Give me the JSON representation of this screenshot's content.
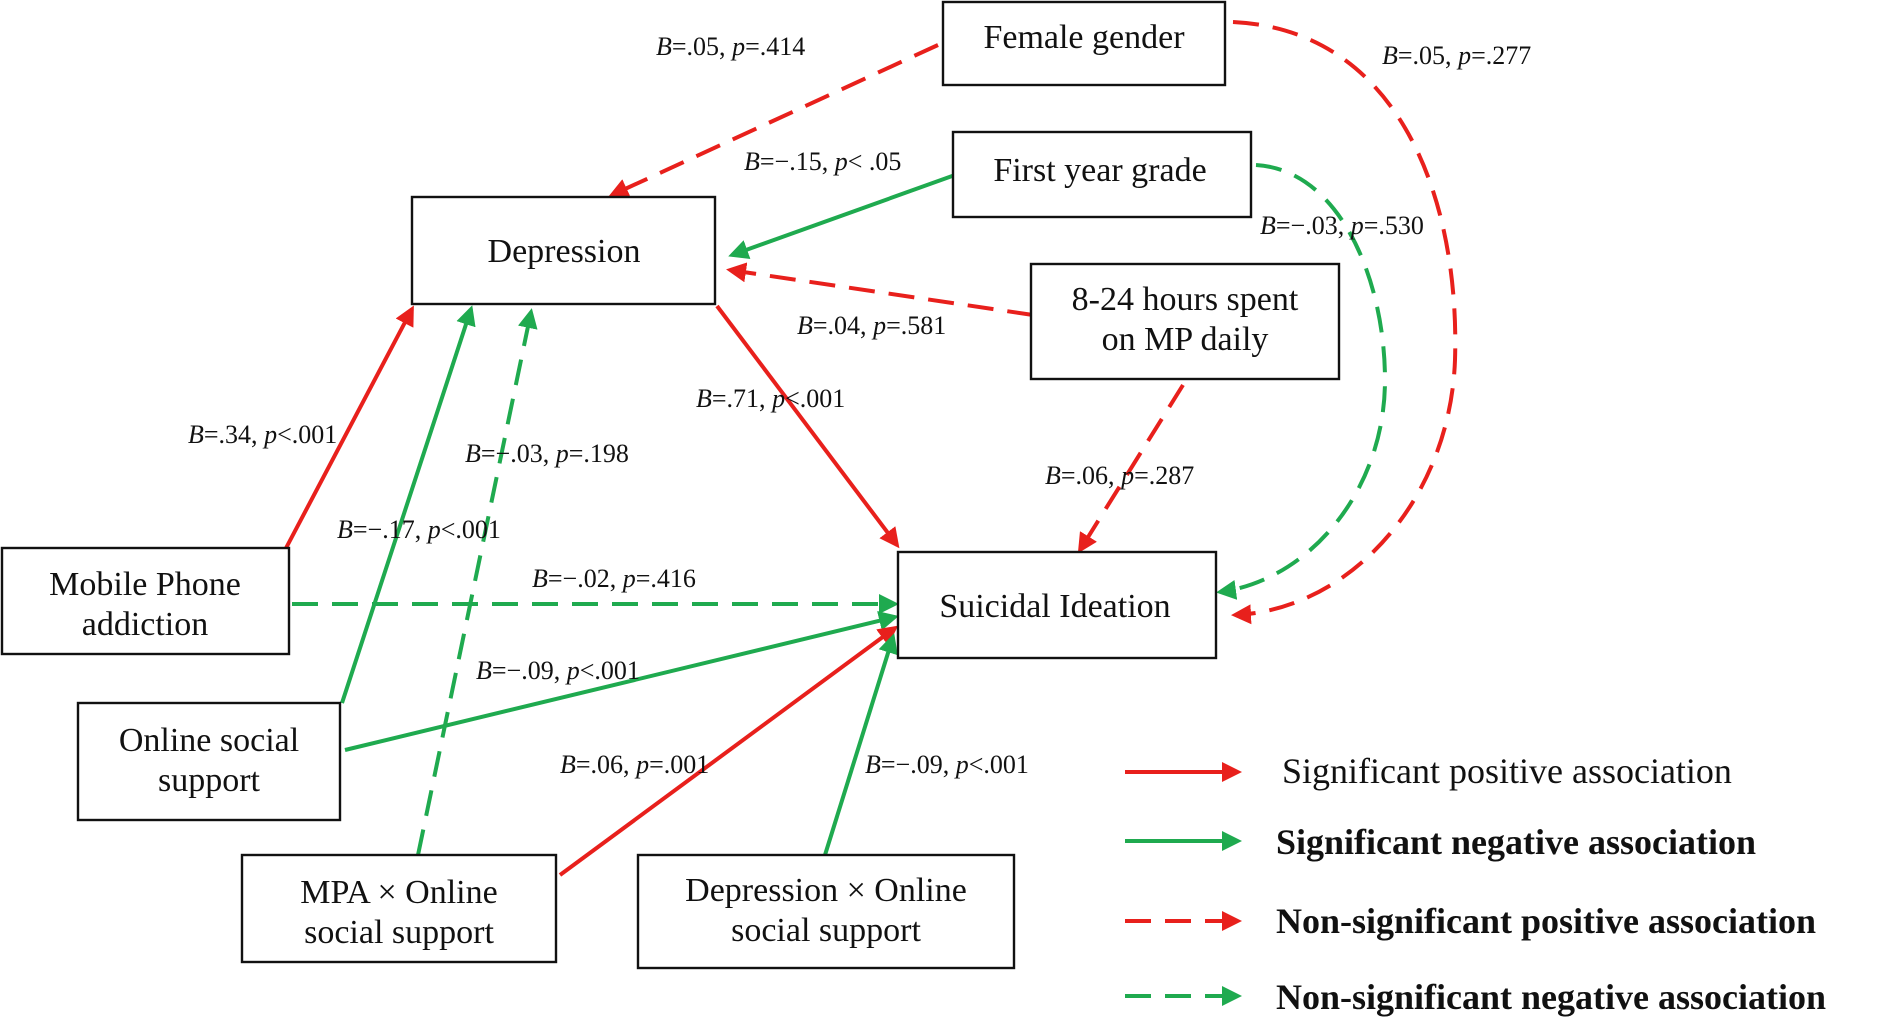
{
  "colors": {
    "positive": "#e8201c",
    "negative": "#1faa4f",
    "box_stroke": "#111111",
    "text": "#111111"
  },
  "nodes": {
    "female_gender": "Female gender",
    "first_year": "First year grade",
    "depression": "Depression",
    "hours_line1": "8-24 hours spent",
    "hours_line2": "on MP daily",
    "suicidal": "Suicidal Ideation",
    "mpa_line1": "Mobile Phone",
    "mpa_line2": "addiction",
    "oss_line1": "Online social",
    "oss_line2": "support",
    "mpa_x_oss_line1": "MPA × Online",
    "mpa_x_oss_line2": "social support",
    "dep_x_oss_line1": "Depression × Online",
    "dep_x_oss_line2": "social support"
  },
  "edges": [
    {
      "id": "female-to-depression",
      "b": "=.05, ",
      "p": "=.414",
      "sign": "positive",
      "significant": false
    },
    {
      "id": "female-to-suicidal",
      "b": "=.05, ",
      "p": "=.277",
      "sign": "positive",
      "significant": false
    },
    {
      "id": "firstyear-to-depression",
      "b": "=−.15, ",
      "p": "< .05",
      "sign": "negative",
      "significant": true
    },
    {
      "id": "firstyear-to-suicidal",
      "b": "=−.03, ",
      "p": "=.530",
      "sign": "negative",
      "significant": false
    },
    {
      "id": "hours-to-depression",
      "b": "=.04, ",
      "p": "=.581",
      "sign": "positive",
      "significant": false
    },
    {
      "id": "hours-to-suicidal",
      "b": "=.06, ",
      "p": "=.287",
      "sign": "positive",
      "significant": false
    },
    {
      "id": "depression-to-suicidal",
      "b": "=.71, ",
      "p": "<.001",
      "sign": "positive",
      "significant": true
    },
    {
      "id": "mpa-to-depression",
      "b": "=.34, ",
      "p": "<.001",
      "sign": "positive",
      "significant": true
    },
    {
      "id": "mpaxoss-to-depression",
      "b": "=−.03, ",
      "p": "=.198",
      "sign": "negative",
      "significant": false
    },
    {
      "id": "oss-to-depression",
      "b": "=−.17, ",
      "p": "<.001",
      "sign": "negative",
      "significant": true
    },
    {
      "id": "mpa-to-suicidal",
      "b": "=−.02, ",
      "p": "=.416",
      "sign": "negative",
      "significant": false
    },
    {
      "id": "oss-to-suicidal",
      "b": "=−.09, ",
      "p": "<.001",
      "sign": "negative",
      "significant": true
    },
    {
      "id": "mpaxoss-to-suicidal",
      "b": "=.06, ",
      "p": "=.001",
      "sign": "positive",
      "significant": true
    },
    {
      "id": "depxoss-to-suicidal",
      "b": "=−.09, ",
      "p": "<.001",
      "sign": "negative",
      "significant": true
    }
  ],
  "label_prefix": {
    "b": "B",
    "p": "p"
  },
  "legend": [
    {
      "label": "Significant positive association",
      "sign": "positive",
      "significant": true
    },
    {
      "label": "Significant negative association",
      "sign": "negative",
      "significant": true
    },
    {
      "label": "Non-significant positive association",
      "sign": "positive",
      "significant": false
    },
    {
      "label": "Non-significant negative association",
      "sign": "negative",
      "significant": false
    }
  ]
}
